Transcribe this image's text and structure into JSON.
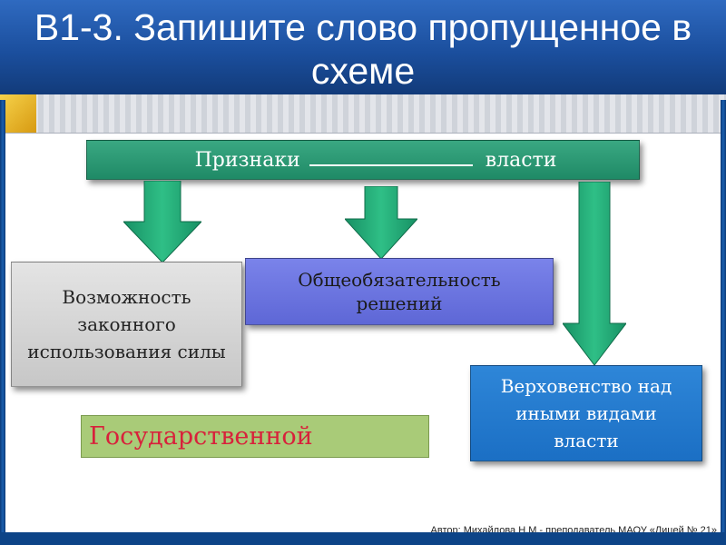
{
  "title": {
    "prefix": "В1-3.",
    "text": "Запишите слово пропущенное в схеме"
  },
  "diagram": {
    "top_label_left": "Признаки",
    "top_label_right": "власти",
    "features": [
      "Возможность\nзаконного\nиспользования силы",
      "Общеобязательность\nрешений",
      "Верховенство над\nиными видами\nвласти"
    ],
    "answer": "Государственной"
  },
  "footer": "Автор: Михайлова Н.М.- преподаватель МАОУ «Лицей № 21»",
  "colors": {
    "header": "#1b4f9e",
    "top_box": "#2a9a74",
    "arrow": "#1f9a6a",
    "gray_box": "#d6d6d6",
    "purple_box": "#6b74e0",
    "blue_box": "#2479cf",
    "answer_box": "#a9cb78",
    "answer_text": "#d8213b"
  }
}
